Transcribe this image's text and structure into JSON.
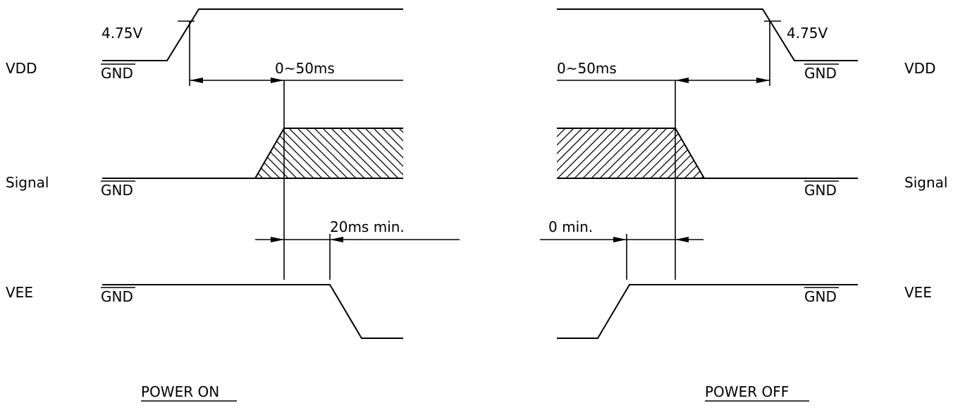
{
  "colors": {
    "ink": "#000000",
    "background": "#ffffff"
  },
  "power_on": {
    "title": "POWER ON",
    "vdd_threshold": "4.75V",
    "vdd_delay": "0~50ms",
    "vee_delay": "20ms min.",
    "gnd": "GND"
  },
  "power_off": {
    "title": "POWER OFF",
    "vdd_threshold": "4.75V",
    "vdd_delay": "0~50ms",
    "vee_delay": "0 min.",
    "gnd": "GND"
  },
  "row_labels": {
    "vdd": "VDD",
    "signal": "Signal",
    "vee": "VEE"
  }
}
